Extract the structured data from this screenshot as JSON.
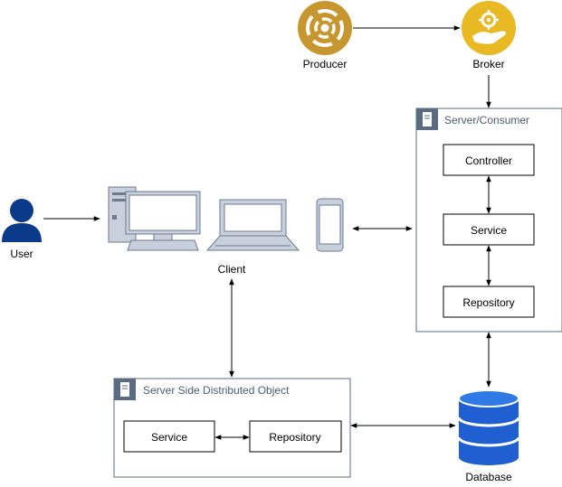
{
  "nodes": {
    "producer": "Producer",
    "broker": "Broker",
    "user": "User",
    "client": "Client",
    "database": "Database"
  },
  "server_consumer": {
    "title": "Server/Consumer",
    "controller": "Controller",
    "service": "Service",
    "repository": "Repository"
  },
  "distributed_object": {
    "title": "Server Side Distributed Object",
    "service": "Service",
    "repository": "Repository"
  },
  "colors": {
    "producer": "#c8962f",
    "broker": "#e8b923",
    "user": "#0b3a8a",
    "device_fill": "#c8d0dc",
    "device_stroke": "#6d7a8f",
    "database": "#1f5fd1",
    "group_header": "#5a6b82"
  },
  "icons": {
    "producer": "broadcast-icon",
    "broker": "hand-gear-icon",
    "user": "person-icon",
    "client": [
      "desktop-computer-icon",
      "laptop-icon",
      "smartphone-icon"
    ],
    "database": "database-icon",
    "group": "server-icon"
  }
}
